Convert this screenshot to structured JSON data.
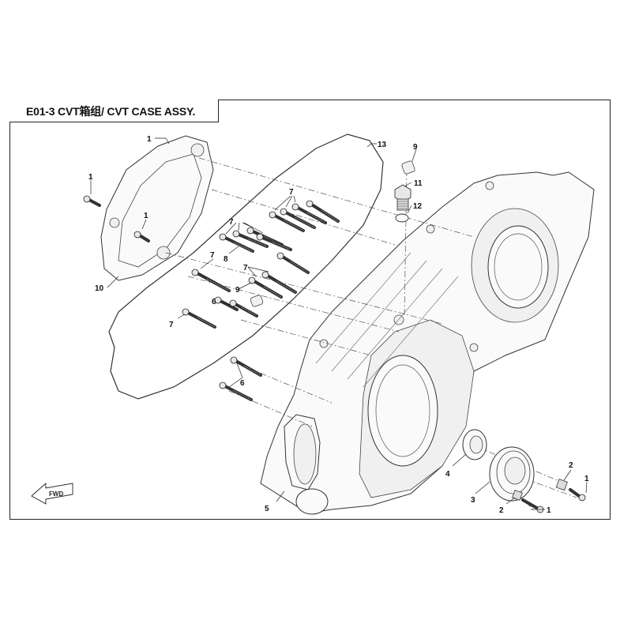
{
  "title": "E01-3 CVT箱组/ CVT CASE ASSY.",
  "fwd_label": "FWD",
  "callouts": [
    {
      "id": "c1a",
      "label": "1"
    },
    {
      "id": "c1b",
      "label": "1"
    },
    {
      "id": "c1c",
      "label": "1"
    },
    {
      "id": "c1d",
      "label": "1"
    },
    {
      "id": "c1e",
      "label": "1"
    },
    {
      "id": "c2a",
      "label": "2"
    },
    {
      "id": "c2b",
      "label": "2"
    },
    {
      "id": "c3",
      "label": "3"
    },
    {
      "id": "c4",
      "label": "4"
    },
    {
      "id": "c5",
      "label": "5"
    },
    {
      "id": "c6a",
      "label": "6"
    },
    {
      "id": "c6b",
      "label": "6"
    },
    {
      "id": "c7a",
      "label": "7"
    },
    {
      "id": "c7b",
      "label": "7"
    },
    {
      "id": "c7c",
      "label": "7"
    },
    {
      "id": "c7d",
      "label": "7"
    },
    {
      "id": "c7e",
      "label": "7"
    },
    {
      "id": "c8",
      "label": "8"
    },
    {
      "id": "c9a",
      "label": "9"
    },
    {
      "id": "c9b",
      "label": "9"
    },
    {
      "id": "c10",
      "label": "10"
    },
    {
      "id": "c11",
      "label": "11"
    },
    {
      "id": "c12",
      "label": "12"
    },
    {
      "id": "c13",
      "label": "13"
    }
  ],
  "colors": {
    "line": "#333333",
    "fill": "#fafafa",
    "frame": "#222222"
  }
}
